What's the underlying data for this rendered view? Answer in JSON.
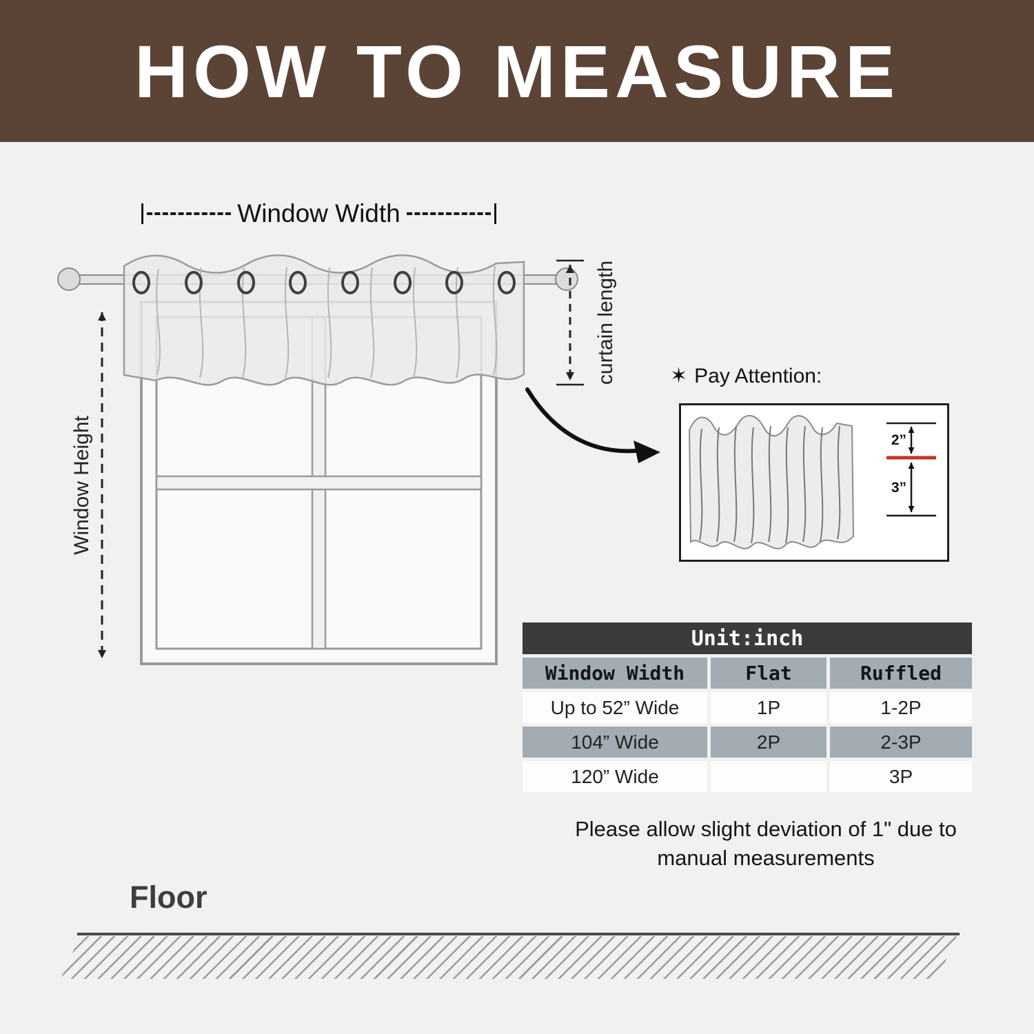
{
  "header": {
    "title": "HOW TO MEASURE"
  },
  "diagram": {
    "window_width_label": "Window Width",
    "curtain_length_label": "curtain length",
    "window_height_label": "Window Height"
  },
  "pay_attention": {
    "icon": "✶",
    "label": "Pay Attention:"
  },
  "detail": {
    "top_measure": "2”",
    "bottom_measure": "3”"
  },
  "table": {
    "title": "Unit:inch",
    "columns": [
      "Window Width",
      "Flat",
      "Ruffled"
    ],
    "rows": [
      [
        "Up to 52” Wide",
        "1P",
        "1-2P"
      ],
      [
        "104” Wide",
        "2P",
        "2-3P"
      ],
      [
        "120” Wide",
        "",
        "3P"
      ]
    ]
  },
  "note": "Please allow slight deviation of 1\" due to manual measurements",
  "floor": {
    "label": "Floor"
  },
  "colors": {
    "header_bg": "#5b4336",
    "table_title_bg": "#3b3b3b",
    "table_gray": "#a2acb2",
    "accent_red": "#c43527"
  }
}
